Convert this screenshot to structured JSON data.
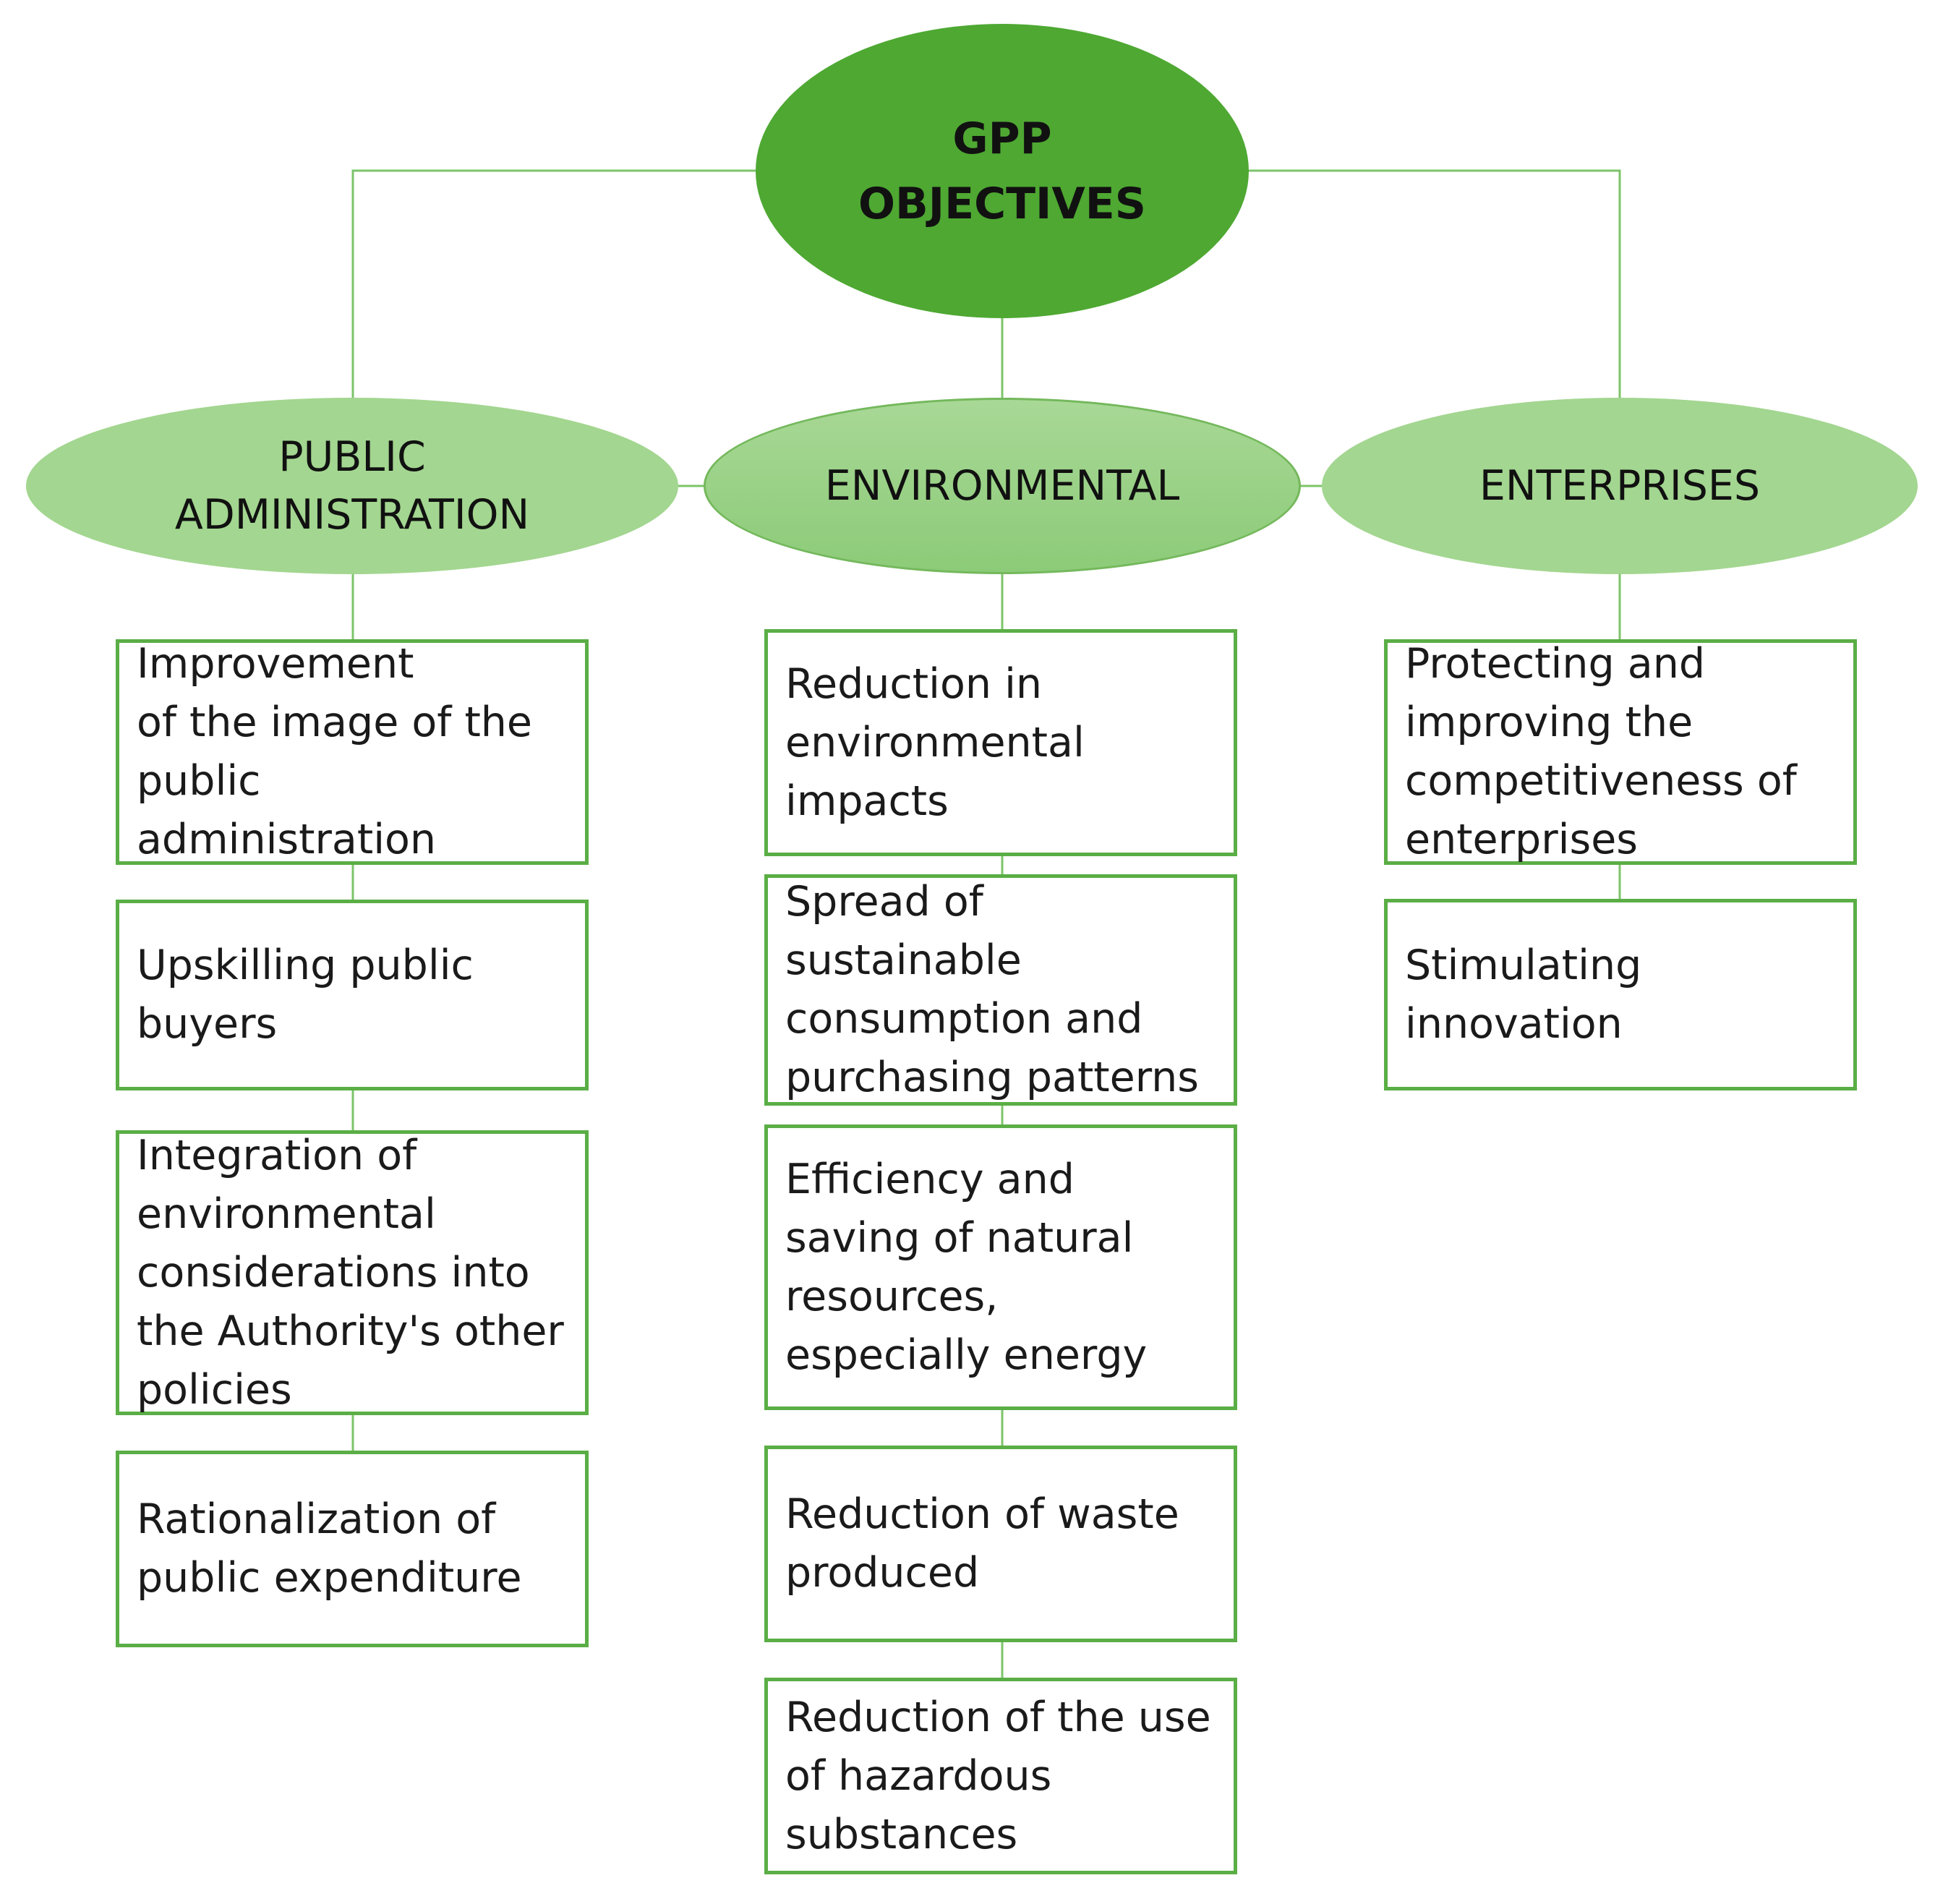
{
  "root": {
    "label": "GPP\nOBJECTIVES"
  },
  "categories": [
    {
      "label": "PUBLIC\nADMINISTRATION"
    },
    {
      "label": "ENVIRONMENTAL"
    },
    {
      "label": "ENTERPRISES"
    }
  ],
  "public_administration_items": [
    "Improvement\nof the image of the\npublic\nadministration",
    "Upskilling public\nbuyers",
    "Integration of\nenvironmental\nconsiderations into\nthe Authority's other\npolicies",
    "Rationalization of\npublic expenditure"
  ],
  "environmental_items": [
    "Reduction in\nenvironmental\nimpacts",
    "Spread of\nsustainable\nconsumption and\npurchasing patterns",
    "Efficiency and\nsaving of natural\nresources,\nespecially energy",
    "Reduction of waste\nproduced",
    "Reduction of the use\nof hazardous\nsubstances"
  ],
  "enterprises_items": [
    "Protecting and\nimproving the\ncompetitiveness of\nenterprises",
    "Stimulating\ninnovation"
  ],
  "colors": {
    "root_fill": "#4ea832",
    "category_fill": "#a3d690",
    "box_border": "#5aae45",
    "connector": "#7cc46a"
  }
}
